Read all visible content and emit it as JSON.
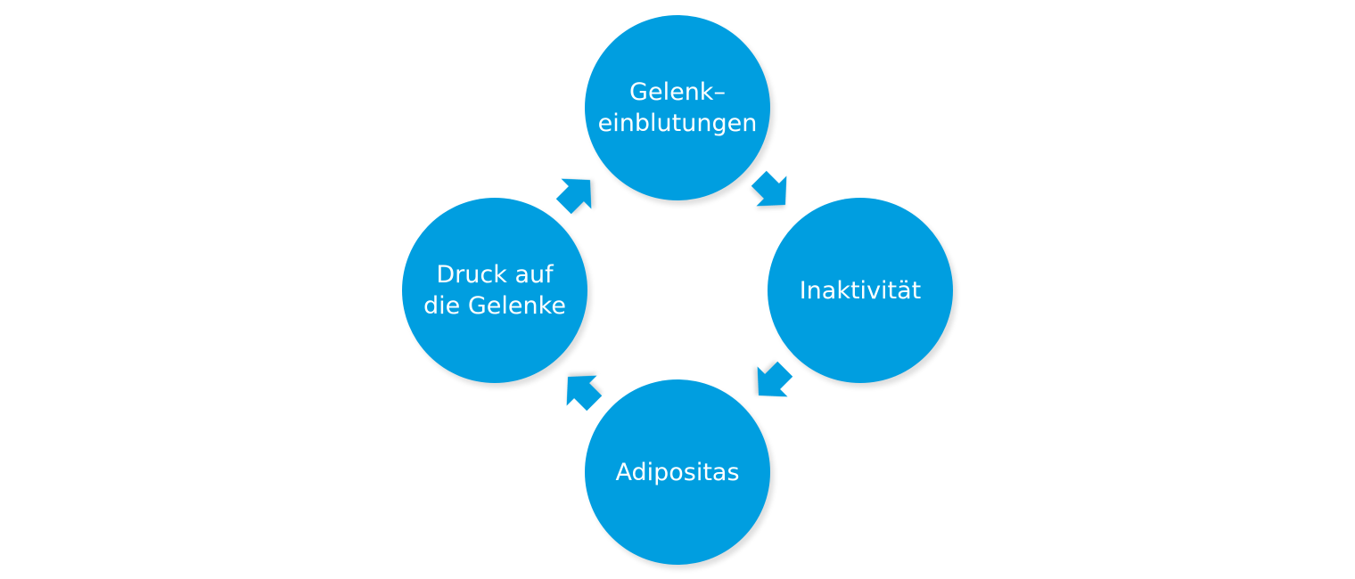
{
  "diagram": {
    "type": "cycle",
    "color": "#009ee0",
    "nodes": [
      {
        "id": "top",
        "label": "Gelenk–\neinblutungen"
      },
      {
        "id": "right",
        "label": "Inaktivität"
      },
      {
        "id": "bottom",
        "label": "Adipositas"
      },
      {
        "id": "left",
        "label": "Druck auf\ndie Gelenke"
      }
    ],
    "edges": [
      {
        "from": "top",
        "to": "right"
      },
      {
        "from": "right",
        "to": "bottom"
      },
      {
        "from": "bottom",
        "to": "left"
      },
      {
        "from": "left",
        "to": "top"
      }
    ]
  }
}
